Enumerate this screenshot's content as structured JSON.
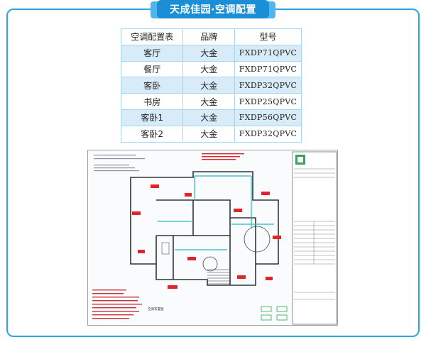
{
  "banner": {
    "title": "天成佳园·空调配置"
  },
  "table": {
    "headers": [
      "空调配置表",
      "品牌",
      "型号"
    ],
    "rows": [
      {
        "room": "客厅",
        "brand": "大金",
        "model": "FXDP71QPVC"
      },
      {
        "room": "餐厅",
        "brand": "大金",
        "model": "FXDP71QPVC"
      },
      {
        "room": "客卧",
        "brand": "大金",
        "model": "FXDP32QPVC"
      },
      {
        "room": "书房",
        "brand": "大金",
        "model": "FXDP25QPVC"
      },
      {
        "room": "客卧1",
        "brand": "大金",
        "model": "FXDP56QPVC"
      },
      {
        "room": "客卧2",
        "brand": "大金",
        "model": "FXDP32QPVC"
      }
    ]
  },
  "floorplan": {
    "caption": "空调布置图"
  },
  "colors": {
    "accent": "#1b8fd6",
    "border": "#2ba6e0",
    "row_shade": "#d7ecf8",
    "annotation_red": "#e0242c",
    "duct_cyan": "#22b8c8"
  }
}
